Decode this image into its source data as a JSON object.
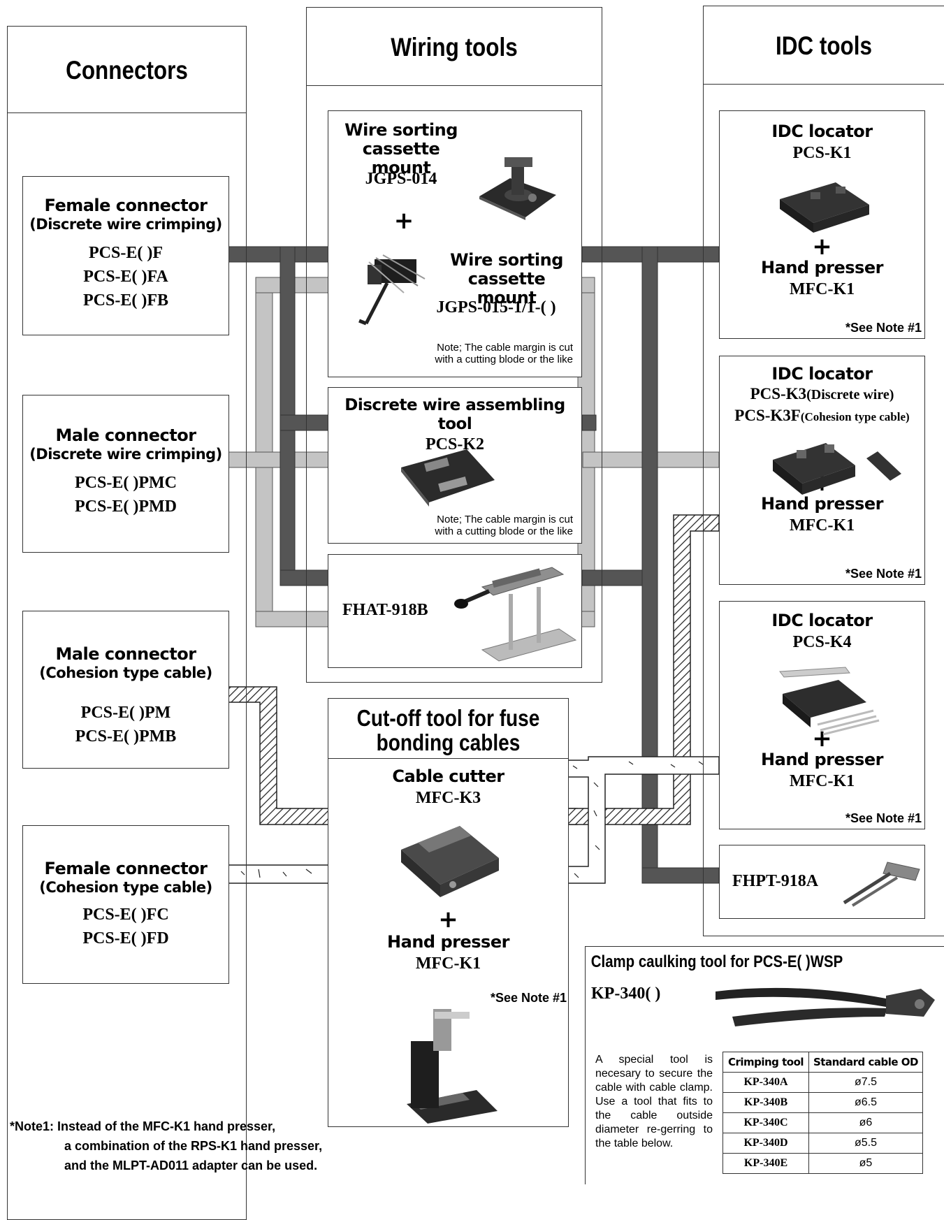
{
  "headers": {
    "connectors": "Connectors",
    "wiring": "Wiring tools",
    "idc": "IDC tools"
  },
  "connectors": [
    {
      "title": "Female connector",
      "sub": "(Discrete wire crimping)",
      "parts": [
        "PCS-E( )F",
        "PCS-E( )FA",
        "PCS-E( )FB"
      ]
    },
    {
      "title": "Male connector",
      "sub": "(Discrete wire crimping)",
      "parts": [
        "PCS-E( )PMC",
        "PCS-E( )PMD"
      ]
    },
    {
      "title": "Male connector",
      "sub": "(Cohesion type cable)",
      "parts": [
        "PCS-E( )PM",
        "PCS-E( )PMB"
      ]
    },
    {
      "title": "Female connector",
      "sub": "(Cohesion type cable)",
      "parts": [
        "PCS-E( )FC",
        "PCS-E( )FD"
      ]
    }
  ],
  "wiring": {
    "mount1_title": "Wire sorting cassette mount",
    "mount1_model": "JGPS-014",
    "plus": "+",
    "mount2_title": "Wire sorting cassette mount",
    "mount2_model": "JGPS-015-1/1-( )",
    "note": "Note; The cable margin is cut with a cutting blode or the like",
    "k2_title": "Discrete wire assembling tool",
    "k2_model": "PCS-K2",
    "fhat": "FHAT-918B"
  },
  "cutoff": {
    "title": "Cut-off tool for fuse bonding cables",
    "cutter": "Cable cutter",
    "cutter_model": "MFC-K3",
    "presser": "Hand presser",
    "presser_model": "MFC-K1",
    "see_note": "*See Note #1"
  },
  "idc": [
    {
      "title": "IDC locator",
      "model": "PCS-K1",
      "presser": "Hand presser",
      "presser_model": "MFC-K1",
      "see_note": "*See Note #1"
    },
    {
      "title": "IDC locator",
      "model_a": "PCS-K3",
      "model_a_sub": "(Discrete wire)",
      "model_b": "PCS-K3F",
      "model_b_sub": "(Cohesion type cable)",
      "presser": "Hand presser",
      "presser_model": "MFC-K1",
      "see_note": "*See Note #1"
    },
    {
      "title": "IDC locator",
      "model": "PCS-K4",
      "presser": "Hand presser",
      "presser_model": "MFC-K1",
      "see_note": "*See Note #1"
    }
  ],
  "fhpt": "FHPT-918A",
  "clamp": {
    "title": "Clamp caulking tool for PCS-E( )WSP",
    "model": "KP-340( )",
    "desc": "A special tool is necesary to secure the cable with cable clamp. Use a tool that fits to the cable outside diameter re-gerring to the table below.",
    "table_headers": [
      "Crimping tool",
      "Standard cable OD"
    ],
    "rows": [
      [
        "KP-340A",
        "ø7.5"
      ],
      [
        "KP-340B",
        "ø6.5"
      ],
      [
        "KP-340C",
        "ø6"
      ],
      [
        "KP-340D",
        "ø5.5"
      ],
      [
        "KP-340E",
        "ø5"
      ]
    ]
  },
  "footnote": {
    "line1": "*Note1: Instead of the MFC-K1 hand presser,",
    "line2": "a combination of the RPS-K1 hand presser,",
    "line3": "and the MLPT-AD011 adapter can be used."
  }
}
